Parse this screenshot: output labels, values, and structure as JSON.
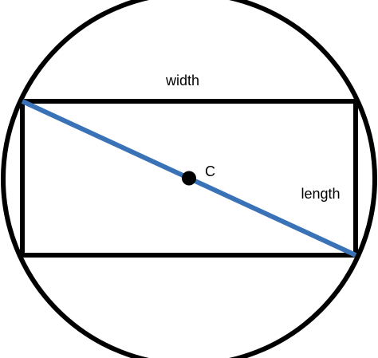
{
  "labels": {
    "width": "width",
    "length": "length",
    "center": "C"
  },
  "colors": {
    "stroke": "#000000",
    "diagonal": "#3a72b8",
    "background": "#ffffff"
  }
}
